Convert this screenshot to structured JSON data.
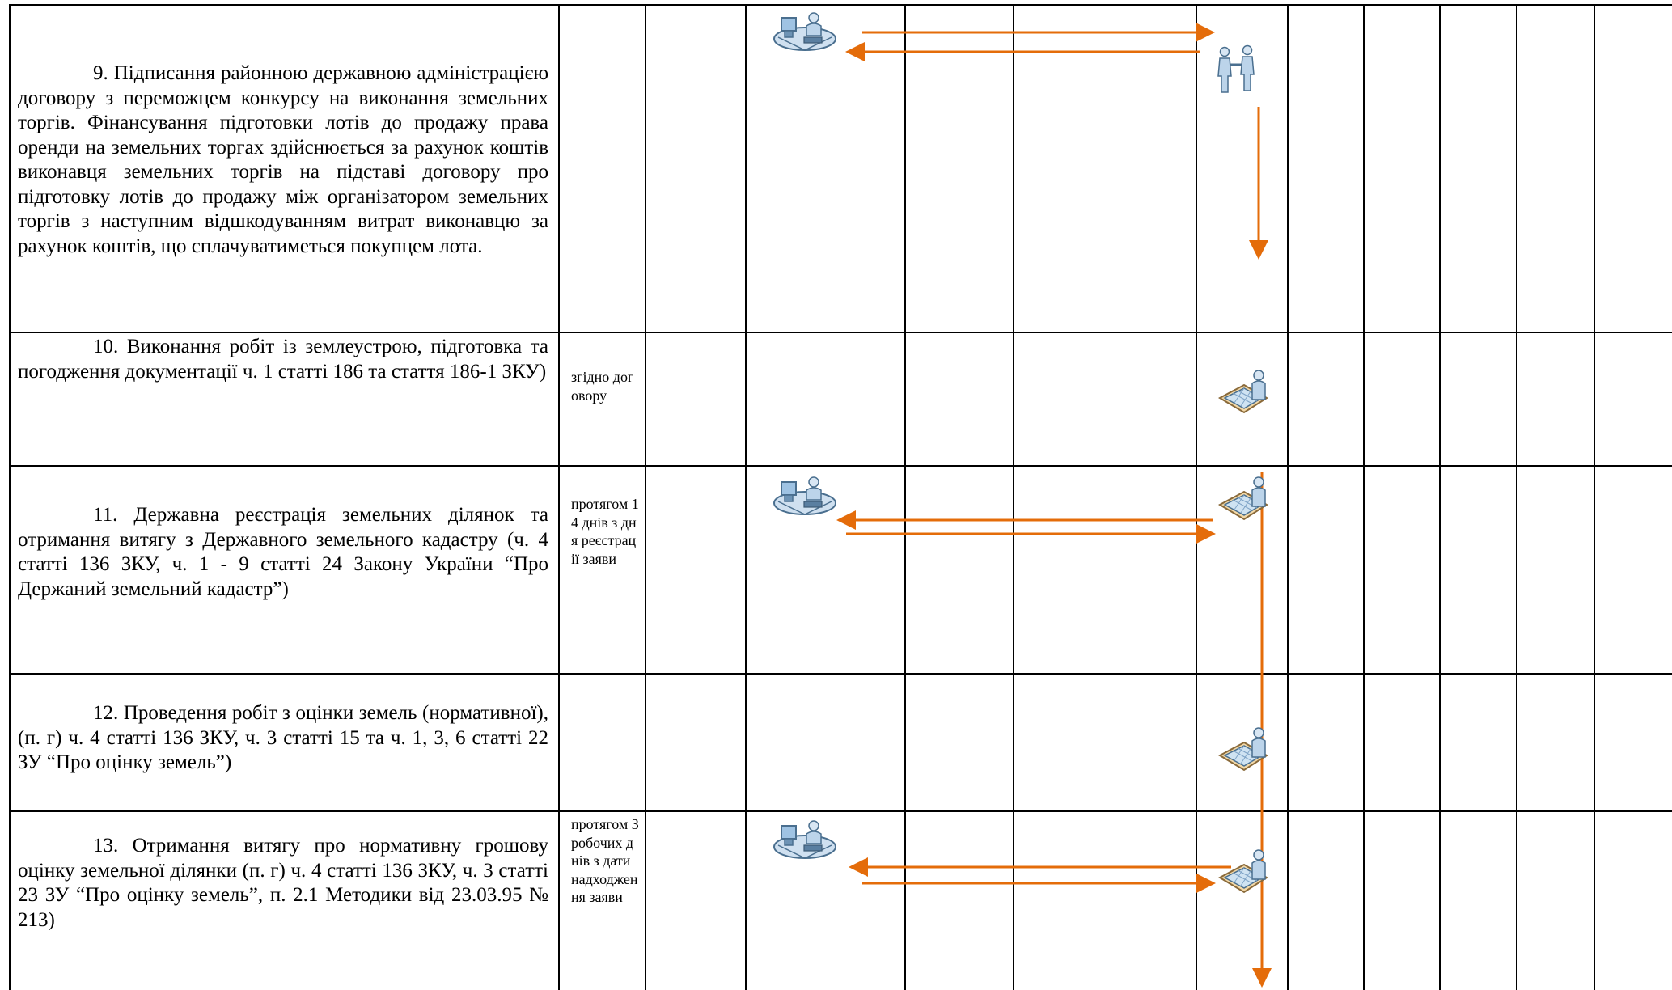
{
  "table": {
    "rows": [
      {
        "description": "9. Підписання районною державною адміністрацією договору з переможцем конкурсу на виконання земельних торгів. Фінансування підготовки лотів до продажу права оренди на земельних торгах здійснюється за рахунок коштів виконавця земельних торгів на підставі договору про підготовку лотів до продажу між організатором земельних торгів з наступним відшкодуванням витрат виконавцю за рахунок коштів, що сплачуватиметься покупцем лота.",
        "term": ""
      },
      {
        "description": "10. Виконання робіт із землеустрою, підготовка та погодження документації ч. 1 статті 186 та стаття 186-1 ЗКУ)",
        "term": "згідно договору"
      },
      {
        "description": "11. Державна реєстрація земельних ділянок та отримання витягу з Державного земельного кадастру (ч. 4 статті 136 ЗКУ, ч. 1 - 9 статті 24 Закону України “Про Держаний земельний кадастр”)",
        "term": "протягом 14 днів з дня реєстрації заяви"
      },
      {
        "description": "12. Проведення робіт з оцінки земель (нормативної), (п. г) ч. 4 статті 136 ЗКУ, ч. 3 статті 15 та ч. 1, 3, 6 статті 22 ЗУ “Про оцінку земель”)",
        "term": ""
      },
      {
        "description": "13. Отримання витягу про нормативну грошову оцінку земельної ділянки (п. г) ч. 4 статті 136 ЗКУ, ч. 3 статті 23 ЗУ “Про оцінку земель”, п. 2.1 Методики від 23.03.95 № 213)",
        "term": "протягом 3 робочих днів з дати надходження заяви"
      }
    ]
  },
  "icons": {
    "computer_operator": "computer-operator-icon",
    "handshake": "handshake-icon",
    "land_surveyor": "land-surveyor-icon"
  },
  "colors": {
    "arrow": "#e46c0a",
    "grid": "#000000",
    "icon_fill": "#bcd4ea",
    "icon_outline": "#4a6f8f",
    "surveyor_base": "#f3d9a8"
  }
}
